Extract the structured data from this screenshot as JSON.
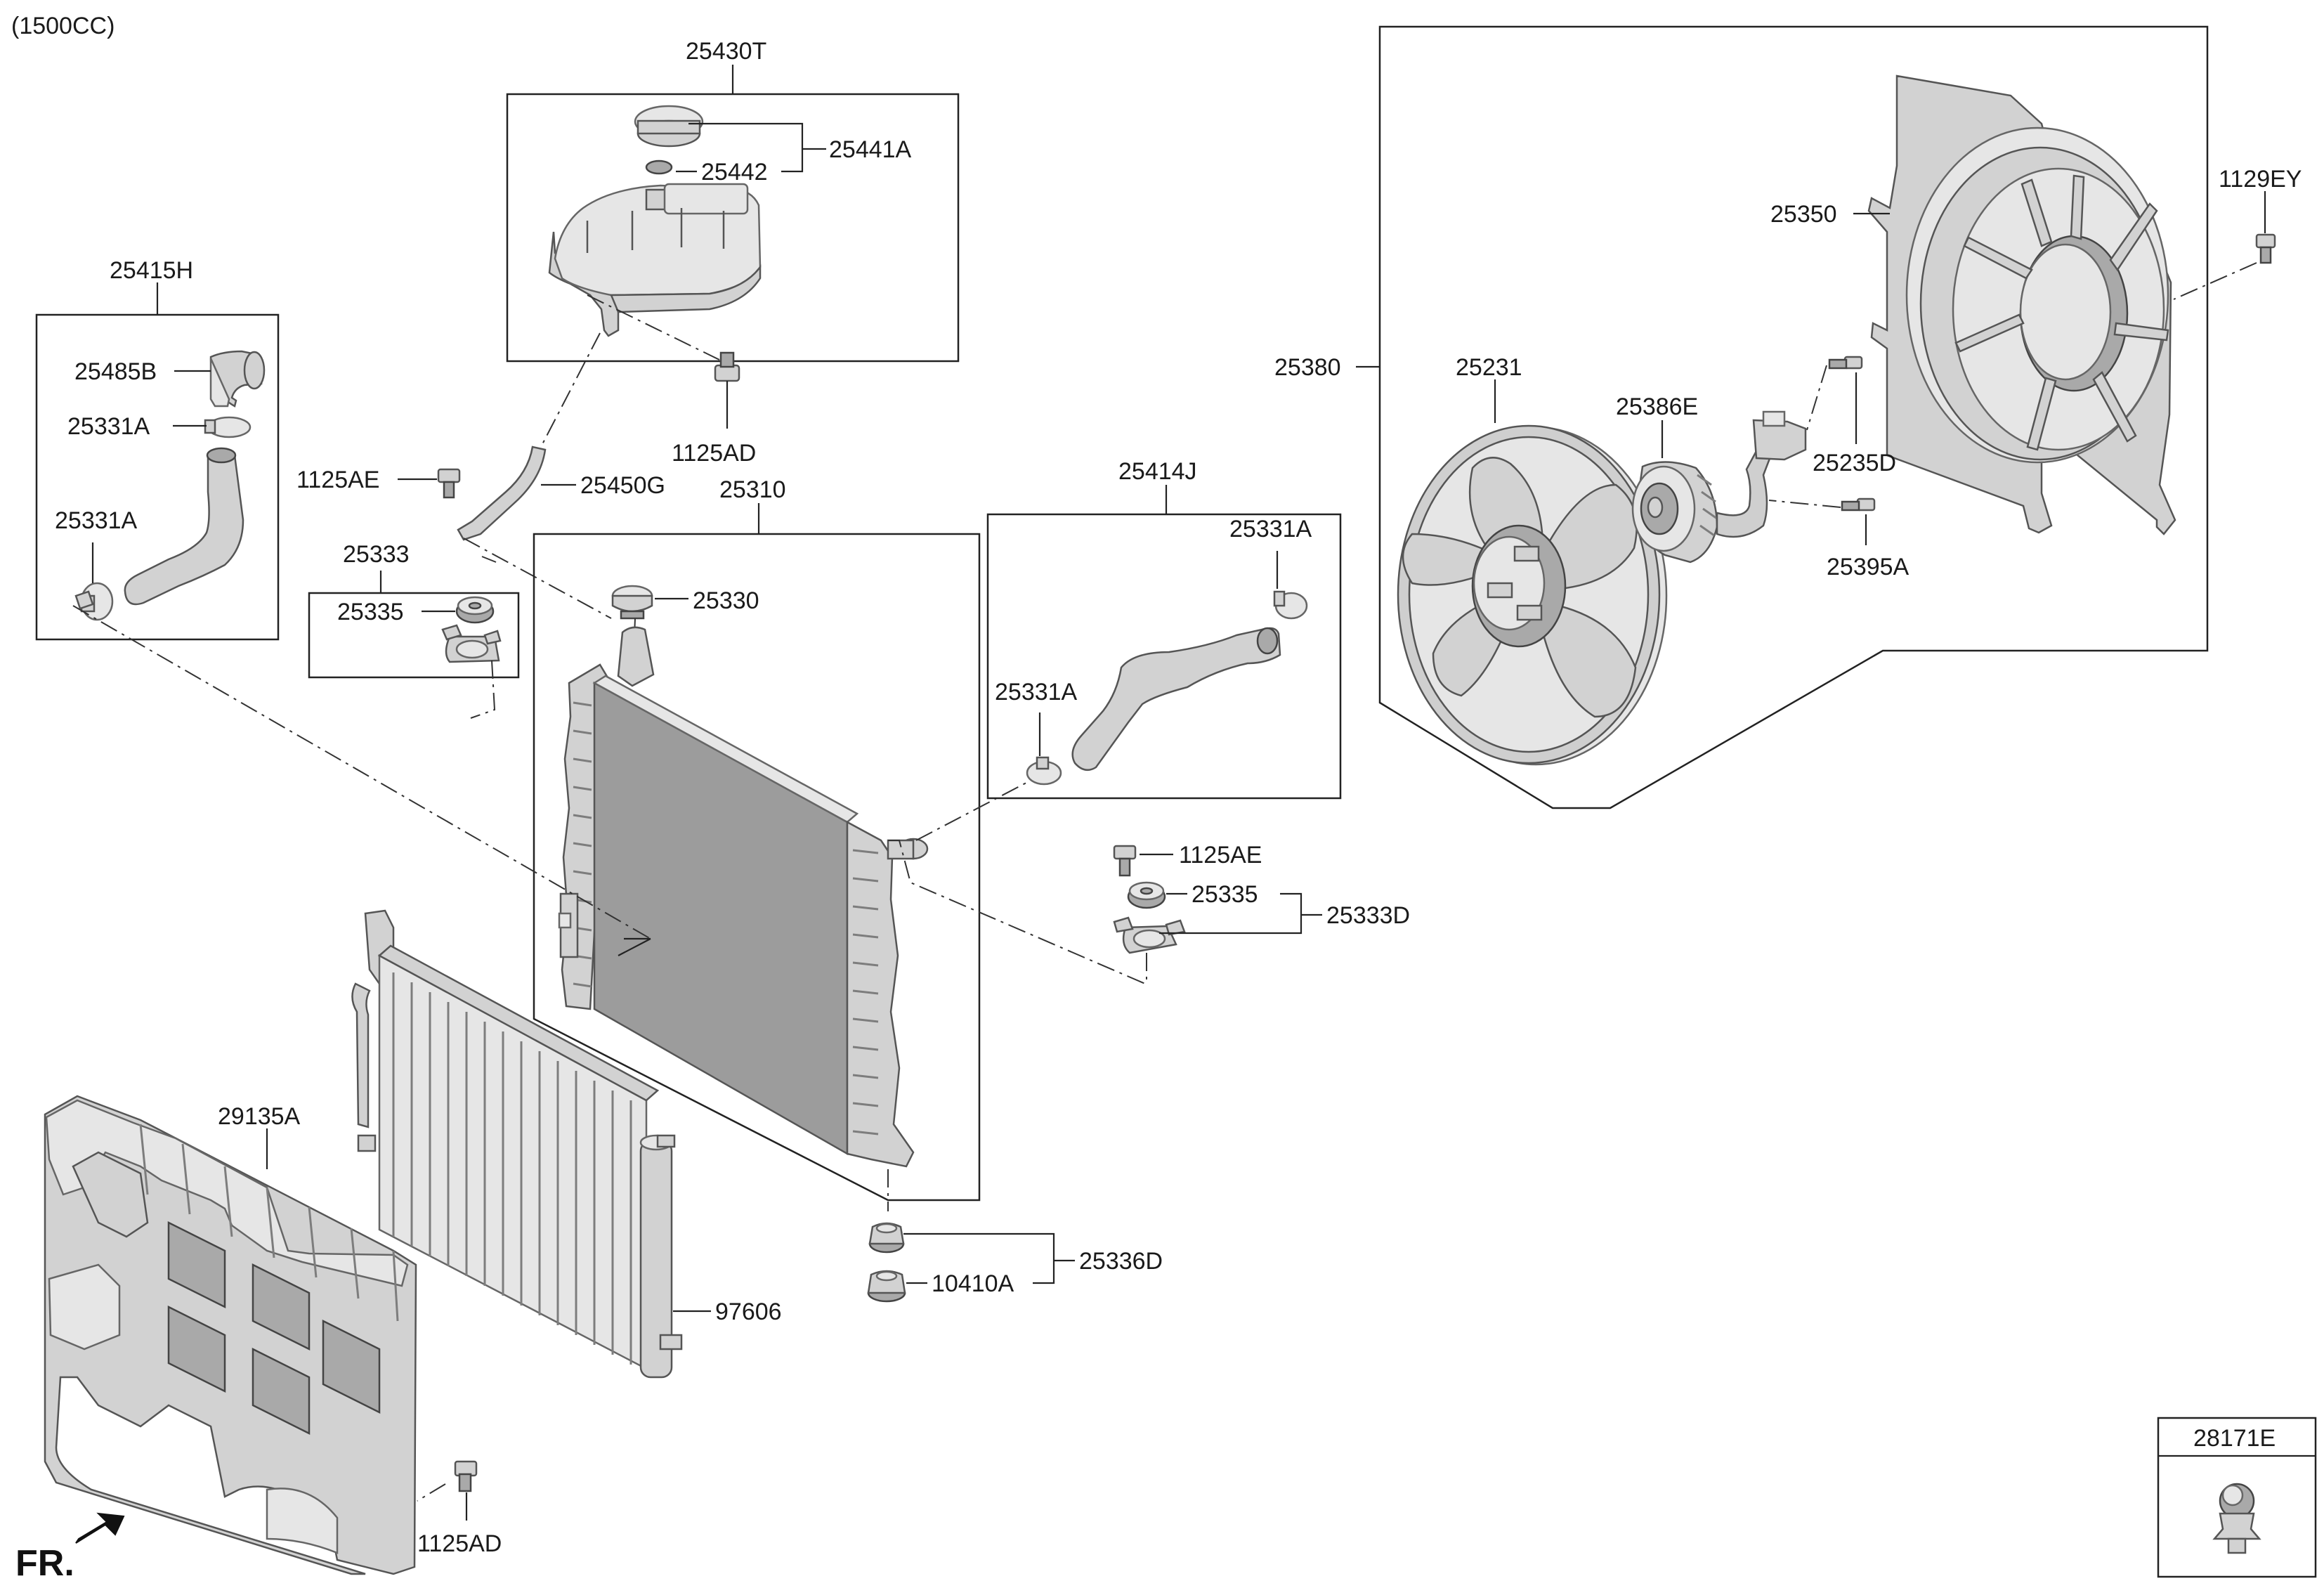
{
  "header": {
    "engine_note": "(1500CC)"
  },
  "labels": {
    "l_25430T": "25430T",
    "l_25441A": "25441A",
    "l_25442": "25442",
    "l_1125AD_top": "1125AD",
    "l_25415H": "25415H",
    "l_25485B": "25485B",
    "l_25331A_1": "25331A",
    "l_25331A_2": "25331A",
    "l_1125AE_top": "1125AE",
    "l_25450G": "25450G",
    "l_25310": "25310",
    "l_25333": "25333",
    "l_25335_left": "25335",
    "l_25330": "25330",
    "l_25414J": "25414J",
    "l_25331A_3": "25331A",
    "l_25331A_4": "25331A",
    "l_1125AE_right": "1125AE",
    "l_25335_right": "25335",
    "l_25333D": "25333D",
    "l_29135A": "29135A",
    "l_97606": "97606",
    "l_1125AD_bottom": "1125AD",
    "l_25336D": "25336D",
    "l_10410A": "10410A",
    "l_25380": "25380",
    "l_25231": "25231",
    "l_25386E": "25386E",
    "l_25350": "25350",
    "l_1129EY": "1129EY",
    "l_25235D": "25235D",
    "l_25395A": "25395A",
    "l_28171E": "28171E"
  },
  "footer": {
    "front_marker": "FR."
  }
}
